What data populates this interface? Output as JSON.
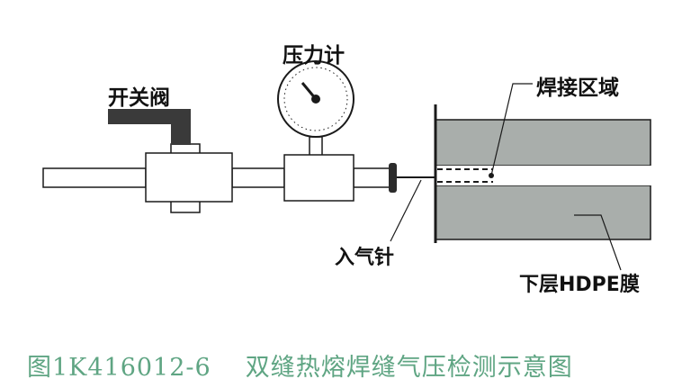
{
  "labels": {
    "switch_valve": "开关阀",
    "pressure_gauge": "压力计",
    "weld_zone": "焊接区域",
    "inflation_needle": "入气针",
    "lower_membrane": "下层HDPE膜"
  },
  "caption": {
    "number": "图1K416012-6",
    "title": "双缝热熔焊缝气压检测示意图"
  },
  "colors": {
    "caption": "#5fa583",
    "membrane_fill": "#a9aeab",
    "line": "#1a1a1a",
    "valve_handle": "#3a3a3a"
  }
}
